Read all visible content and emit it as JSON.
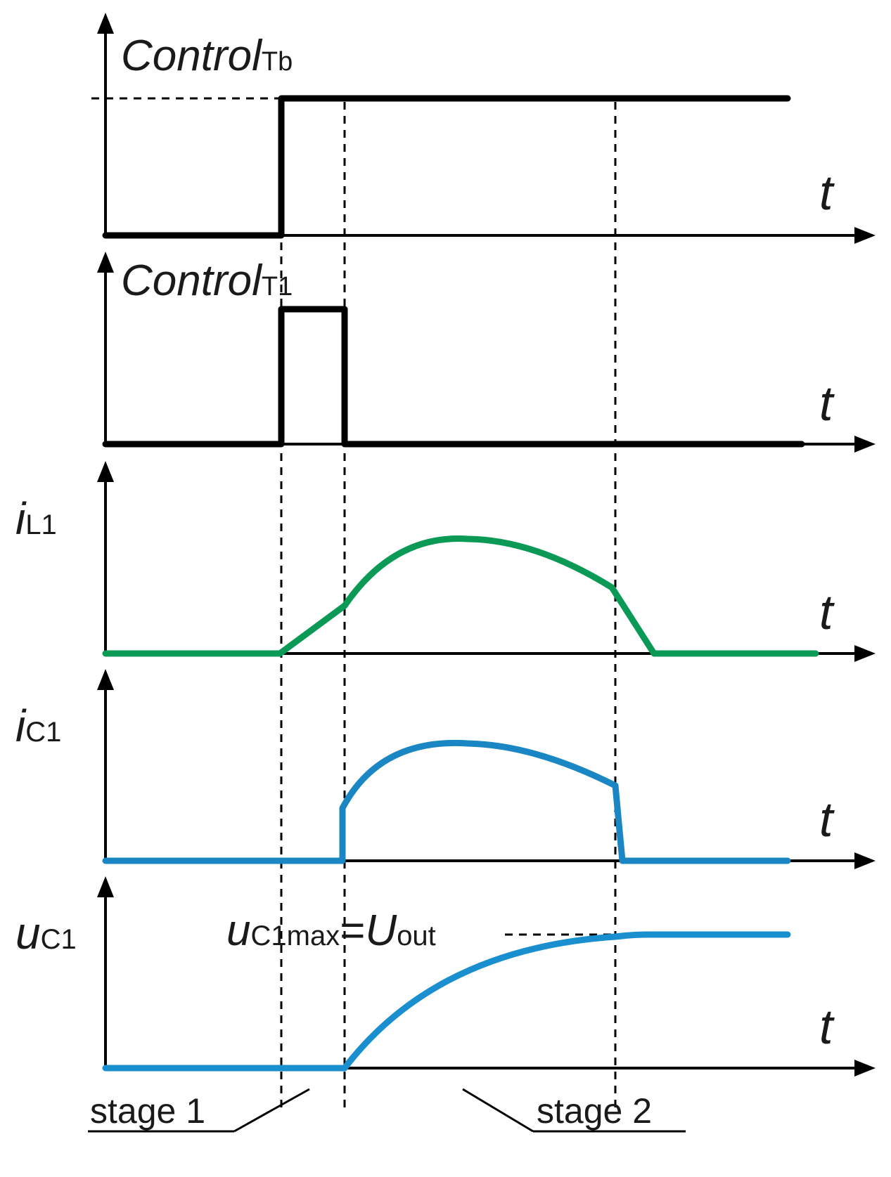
{
  "panels": [
    {
      "id": "control-tb",
      "symbol": "Control",
      "subscript": "Tb",
      "axis_label": "t",
      "color": "#000000"
    },
    {
      "id": "control-t1",
      "symbol": "Control",
      "subscript": "T1",
      "axis_label": "t",
      "color": "#000000"
    },
    {
      "id": "i-l1",
      "symbol": "i",
      "subscript": "L1",
      "axis_label": "t",
      "color": "#0a9a55"
    },
    {
      "id": "i-c1",
      "symbol": "i",
      "subscript": "C1",
      "axis_label": "t",
      "color": "#1a86c4"
    },
    {
      "id": "u-c1",
      "symbol": "u",
      "subscript": "C1",
      "axis_label": "t",
      "color": "#1a8fd0"
    }
  ],
  "annotation": {
    "lhs_symbol": "u",
    "lhs_subscript": "C1max",
    "equals": "=",
    "rhs_symbol": "U",
    "rhs_subscript": "out"
  },
  "stages": {
    "stage1": "stage 1",
    "stage2": "stage 2"
  }
}
